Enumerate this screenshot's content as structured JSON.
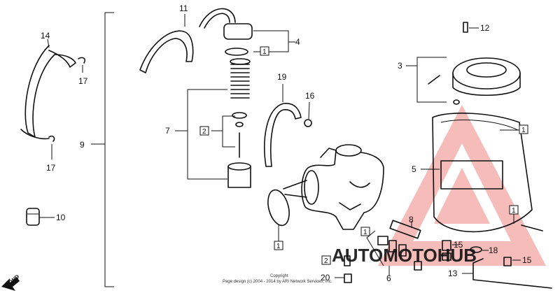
{
  "callouts": {
    "n1": "1",
    "n2": "2",
    "n3": "3",
    "n4": "4",
    "n5": "5",
    "n6": "6",
    "n7": "7",
    "n8": "8",
    "n9": "9",
    "n10": "10",
    "n11": "11",
    "n12": "12",
    "n13": "13",
    "n14": "14",
    "n15": "15",
    "n16": "16",
    "n17": "17",
    "n18": "18",
    "n19": "19",
    "n20": "20"
  },
  "fwd_label": "FWD",
  "copyright": {
    "line1": "Copyright",
    "line2": "Page design (c) 2004 - 2014 by ARI Network Services, Inc."
  },
  "watermark": {
    "text": "AUTOMOTOHUB",
    "color": "#e8423f",
    "text_color": "#f2b820"
  }
}
